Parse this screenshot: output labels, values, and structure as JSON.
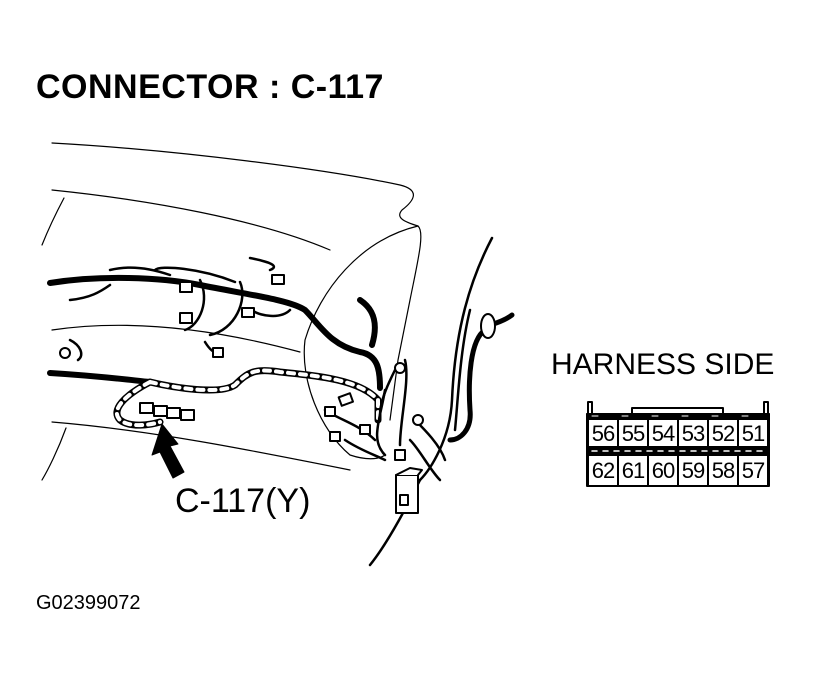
{
  "title": "CONNECTOR : C-117",
  "figure_id": "G02399072",
  "callout": {
    "label": "C-117(Y)",
    "arrow_icon": "arrow-up-left"
  },
  "harness_side": {
    "label": "HARNESS SIDE",
    "pins": {
      "top_row": [
        "56",
        "55",
        "54",
        "53",
        "52",
        "51"
      ],
      "bottom_row": [
        "62",
        "61",
        "60",
        "59",
        "58",
        "57"
      ]
    }
  },
  "colors": {
    "line": "#000000",
    "background": "#ffffff"
  }
}
